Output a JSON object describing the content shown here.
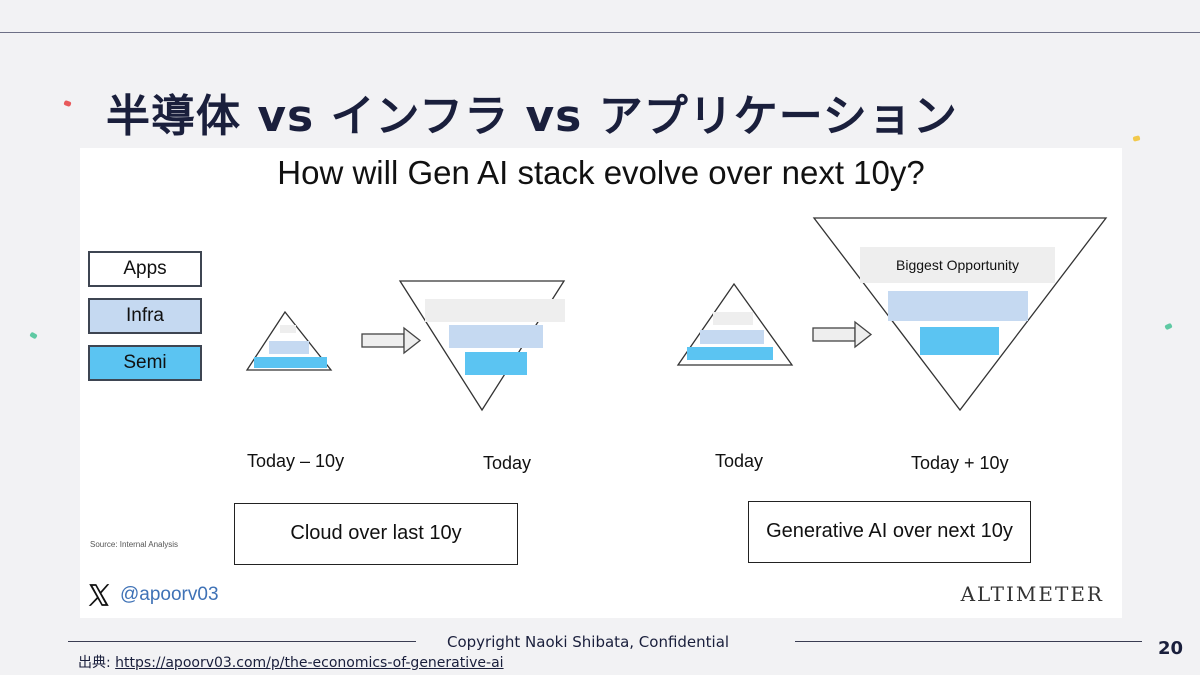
{
  "slide": {
    "title": "半導体 vs インフラ vs アプリケーション",
    "copyright": "Copyright Naoki Shibata,  Confidential",
    "page_number": "20",
    "source_label": "出典: ",
    "source_link": "https://apoorv03.com/p/the-economics-of-generative-ai"
  },
  "figure": {
    "heading": "How will Gen AI stack evolve over next 10y?",
    "legend": [
      "Apps",
      "Infra",
      "Semi"
    ],
    "stages": [
      "Today – 10y",
      "Today",
      "Today",
      "Today + 10y"
    ],
    "callout": "Biggest Opportunity",
    "eras": [
      "Cloud over last 10y",
      "Generative AI over next 10y"
    ],
    "source_note": "Source: Internal Analysis",
    "handle": "@apoorv03",
    "brand": "ALTIMETER"
  },
  "colors": {
    "apps": "#eeeeee",
    "infra": "#c5d9f1",
    "semi": "#5bc4f2",
    "title": "#1a1f3c",
    "handle": "#3f72b6"
  }
}
